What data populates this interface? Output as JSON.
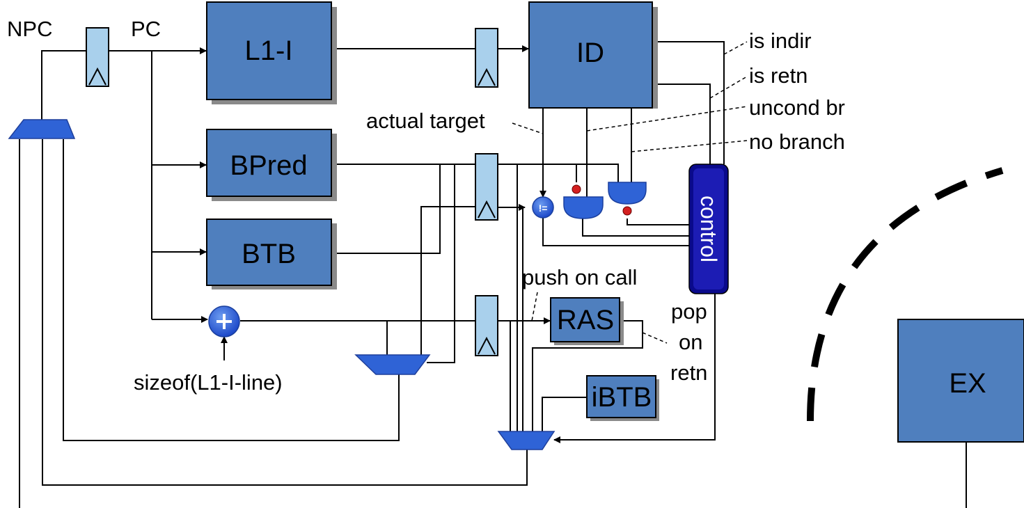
{
  "signals": {
    "npc": "NPC",
    "pc": "PC",
    "is_indir": "is indir",
    "is_retn": "is retn",
    "uncond_br": "uncond br",
    "no_branch": "no branch",
    "actual_target": "actual target",
    "push_on_call": "push on call",
    "pop": "pop",
    "on": "on",
    "retn": "retn",
    "sizeof": "sizeof(L1-I-line)"
  },
  "units": {
    "l1i": "L1-I",
    "id": "ID",
    "bpred": "BPred",
    "btb": "BTB",
    "ras": "RAS",
    "ibtb": "iBTB",
    "ex": "EX",
    "control": "control",
    "ne_op": "!="
  },
  "colors": {
    "unit_fill": "#4f7fbe",
    "control_fill": "#0a0a8c",
    "mux_fill": "#2f63d6",
    "latch_fill": "#a9d0ec",
    "inverter_dot": "#d42020"
  }
}
